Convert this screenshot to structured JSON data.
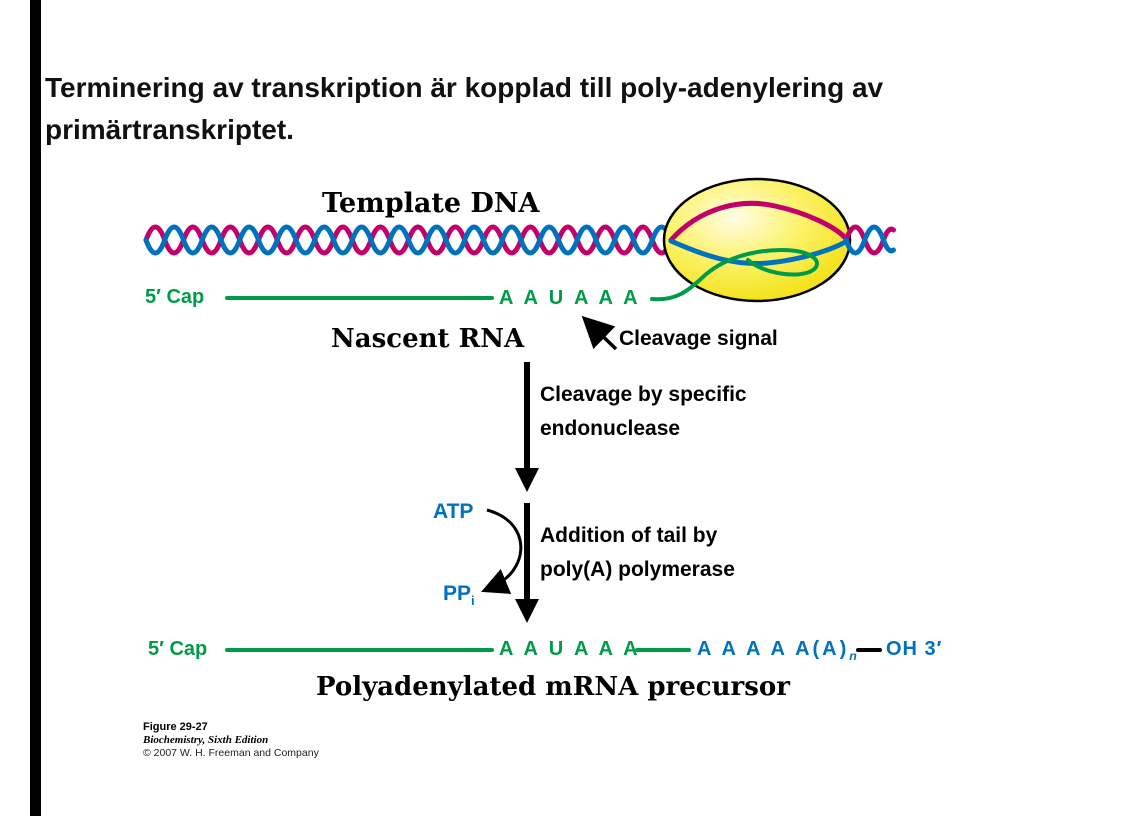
{
  "title": {
    "line1": "Terminering av transkription är kopplad till poly-adenylering av",
    "line2": "primärtranskriptet."
  },
  "diagram": {
    "template_dna_label": "Template DNA",
    "nascent_rna_label": "Nascent RNA",
    "cap5_top": "5′ Cap",
    "aauaaa_top": "A A U A A A",
    "cleavage_signal_label": "Cleavage signal",
    "cleavage_step_line1": "Cleavage by specific",
    "cleavage_step_line2": "endonuclease",
    "atp_label": "ATP",
    "ppi_base": "PP",
    "ppi_sub": "i",
    "addition_line1": "Addition of tail by",
    "addition_line2": "poly(A) polymerase",
    "cap5_bottom": "5′ Cap",
    "aauaaa_bottom": "A A U A A A",
    "polya_tail_base": "A A A A A(A)",
    "polya_tail_sub": "n",
    "oh3_label": "OH 3′",
    "product_label": "Polyadenylated mRNA precursor"
  },
  "caption": {
    "figure": "Figure 29-27",
    "book": "Biochemistry, Sixth Edition",
    "copyright": "© 2007 W. H. Freeman and Company"
  },
  "colors": {
    "green": "#009B48",
    "blue": "#0071BC",
    "helix_pink": "#C2006B",
    "helix_blue": "#0071BC",
    "polymerase_yellow": "#F7EC13",
    "black": "#000000"
  }
}
